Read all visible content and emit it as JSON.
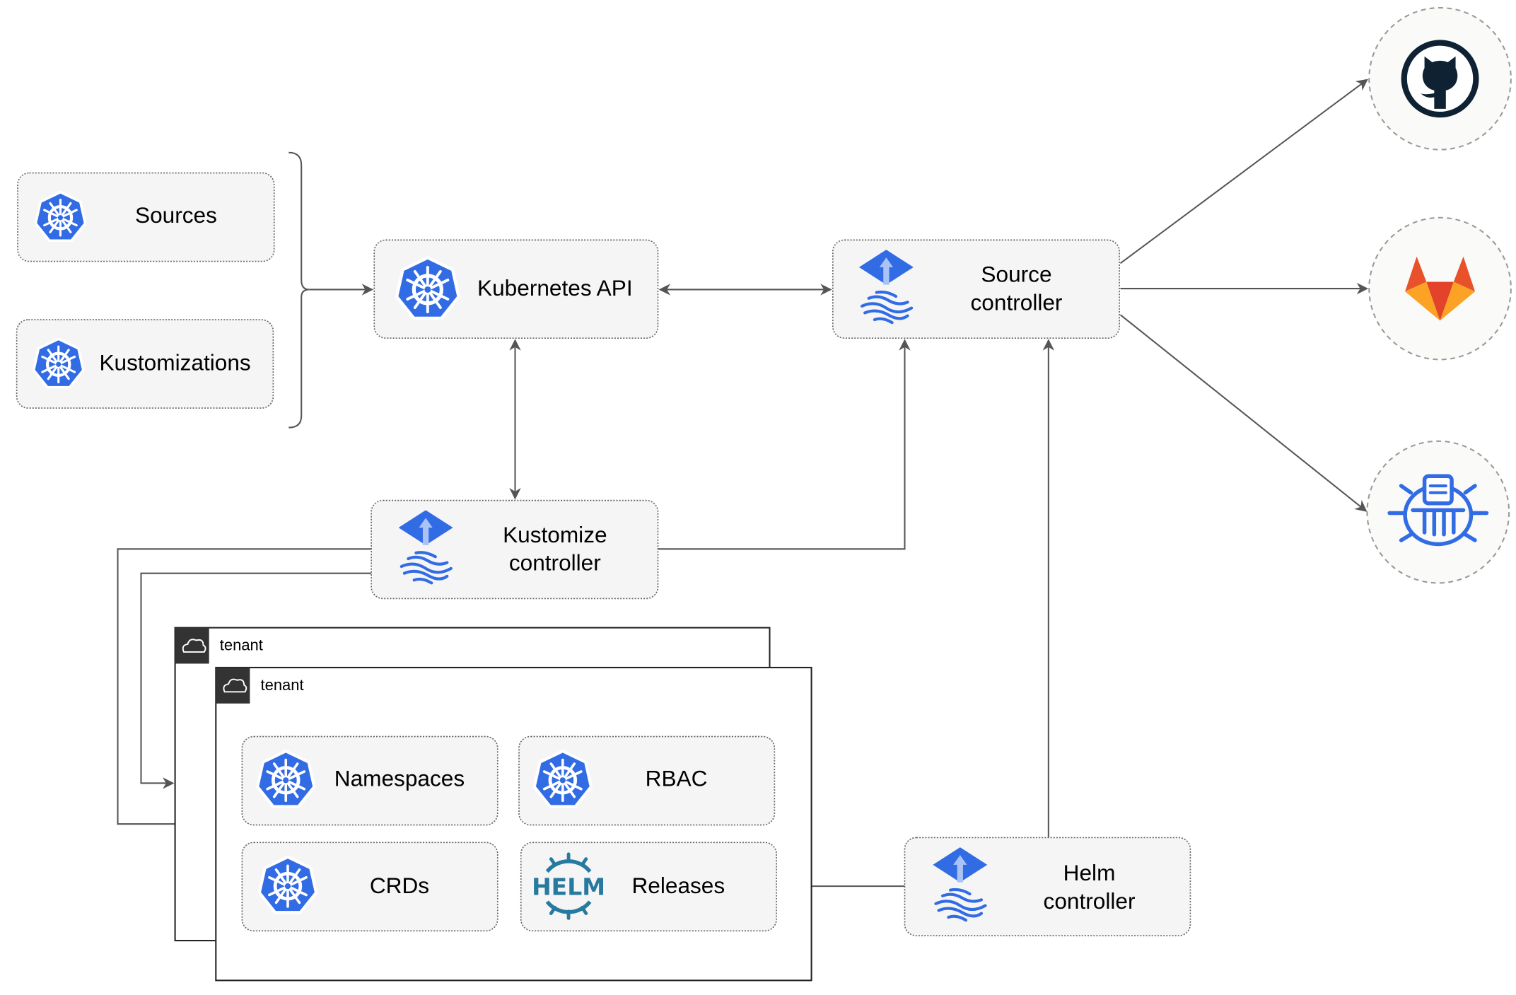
{
  "nodes": {
    "sources": "Sources",
    "kustomizations": "Kustomizations",
    "kubernetes_api": "Kubernetes API",
    "source_controller": [
      "Source",
      "controller"
    ],
    "kustomize_controller": [
      "Kustomize",
      "controller"
    ],
    "helm_controller": [
      "Helm",
      "controller"
    ],
    "namespaces": "Namespaces",
    "rbac": "RBAC",
    "crds": "CRDs",
    "releases": "Releases"
  },
  "tenants": [
    "tenant",
    "tenant"
  ],
  "external_sources": [
    {
      "icon": "github-icon"
    },
    {
      "icon": "gitlab-icon"
    },
    {
      "icon": "helm-repository-icon"
    }
  ],
  "icons": {
    "kubernetes": "kubernetes-icon",
    "flux": "flux-icon",
    "helm": "helm-icon",
    "cloud": "cloud-icon"
  },
  "helm_logo_text": "HELM",
  "colors": {
    "k8s_blue": "#326ce5",
    "helm_teal": "#277a9f",
    "github": "#0f2233",
    "gitlab_red": "#e8512a",
    "gitlab_orange": "#fca326",
    "edge": "#555555"
  }
}
